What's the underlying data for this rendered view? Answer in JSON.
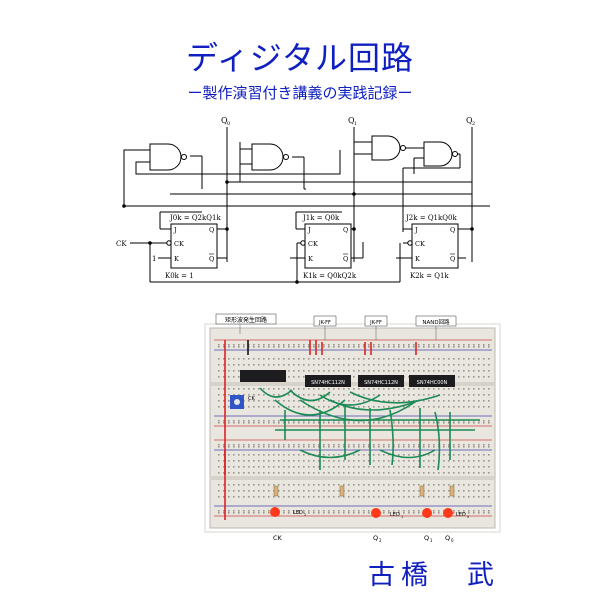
{
  "cover": {
    "title": "ディジタル回路",
    "subtitle": "ー製作演習付き講義の実践記録ー",
    "author": "古橋　武"
  },
  "schematic": {
    "outputs": [
      "Q",
      "Q",
      "Q"
    ],
    "output_subs": [
      "0",
      "1",
      "2"
    ],
    "clock_label": "CK",
    "one_label": "1",
    "ff": [
      {
        "j_eq": "J0k = Q2kQ1k",
        "k_eq": "K0k = 1"
      },
      {
        "j_eq": "J1k = Q0k",
        "k_eq": "K1k = Q0kQ2k"
      },
      {
        "j_eq": "J2k = Q1kQ0k",
        "k_eq": "K2k = Q1k"
      }
    ],
    "pin_j": "J",
    "pin_k": "K",
    "pin_q": "Q",
    "pin_ck": "CK"
  },
  "board": {
    "tags": [
      "矩形波発生回路",
      "JK-FF",
      "JK-FF",
      "NAND回路"
    ],
    "chips": [
      "SN74HC112N",
      "SN74HC112N",
      "SN74HC00N"
    ],
    "led_tags": [
      "LED",
      "LED",
      "LED"
    ],
    "led_subs": [
      "2",
      "1",
      "0"
    ],
    "bottom_labels": [
      "CK",
      "Q",
      "Q",
      "Q"
    ],
    "bottom_subs": [
      "",
      "2",
      "1",
      "0"
    ],
    "ck_tag": "CK"
  }
}
